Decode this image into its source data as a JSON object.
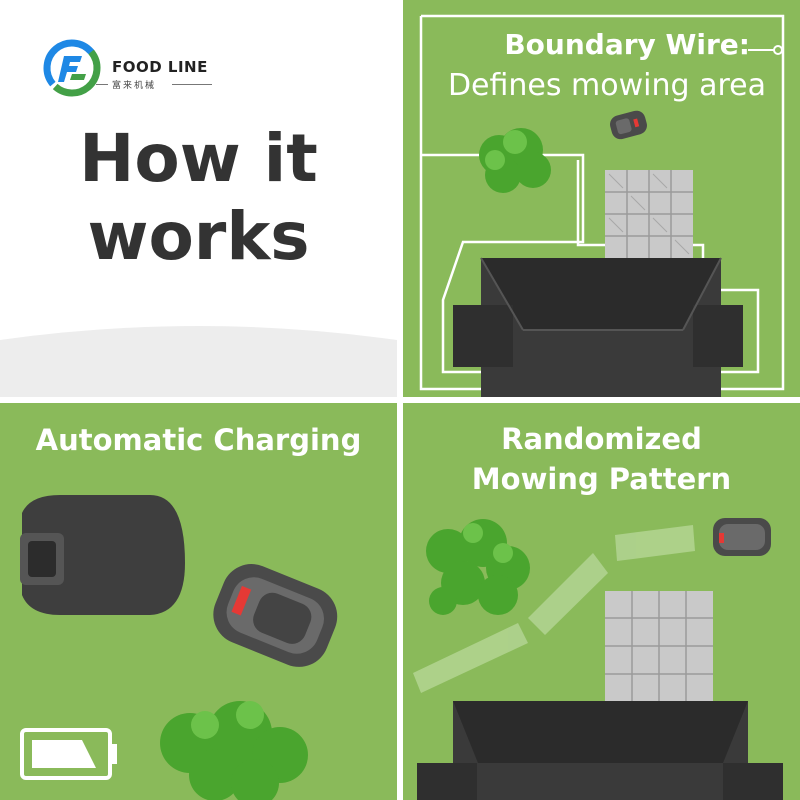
{
  "brand": {
    "name": "FOOD LINE",
    "subtitle": "富来机械",
    "logo_icon": "food-line-logo-icon"
  },
  "intro": {
    "line1": "How it",
    "line2": "works"
  },
  "boundary_panel": {
    "title": "Boundary Wire:",
    "subtitle": "Defines mowing area"
  },
  "charging_panel": {
    "title": "Automatic Charging",
    "battery_icon": "battery-icon"
  },
  "pattern_panel": {
    "line1": "Randomized",
    "line2": "Mowing Pattern"
  },
  "colors": {
    "grass": "#8aba5a",
    "wire": "#ffffff",
    "roof": "#333333",
    "mower_body": "#4a4a4a",
    "mower_accent": "#e53935",
    "tree": "#4aa52e",
    "logo_blue": "#1e88e5",
    "logo_green": "#43a047",
    "heading": "#333333"
  }
}
